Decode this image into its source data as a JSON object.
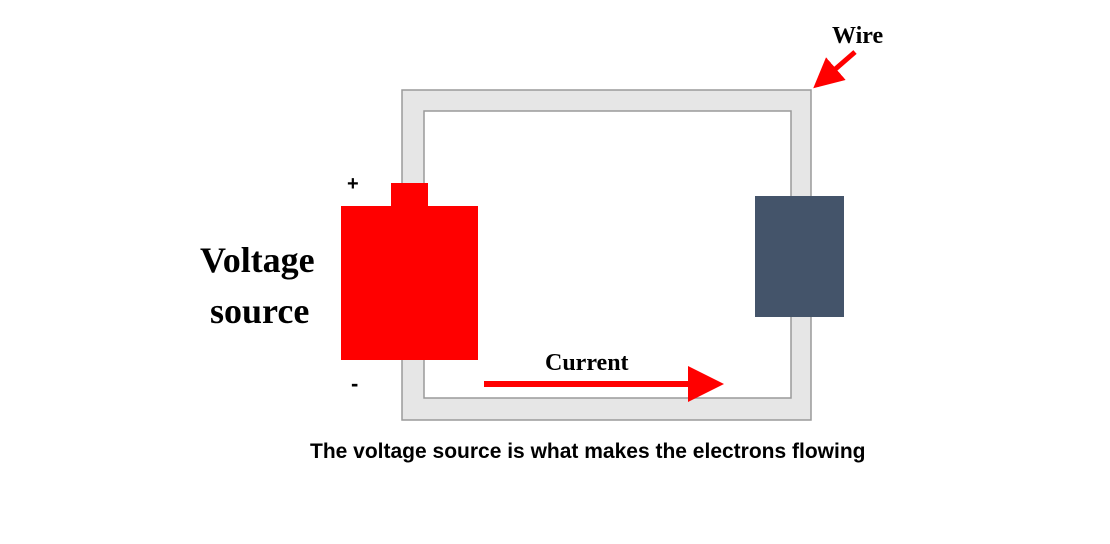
{
  "labels": {
    "wire": "Wire",
    "plus": "+",
    "minus": "-",
    "source_line1": "Voltage",
    "source_line2": "source",
    "current": "Current",
    "caption": "The voltage source is what makes the electrons flowing"
  },
  "colors": {
    "wire_fill": "#e6e6e6",
    "wire_edge": "#9a9a9a",
    "battery": "#ff0000",
    "load": "#44546a",
    "arrow": "#ff0000",
    "text": "#000000",
    "background": "#ffffff"
  }
}
